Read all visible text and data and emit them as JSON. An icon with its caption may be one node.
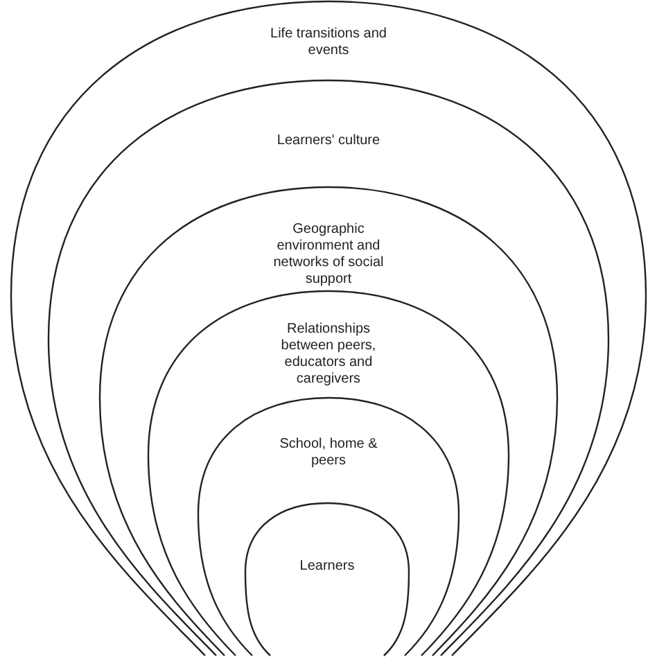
{
  "diagram": {
    "nodes": [
      {
        "text": [
          "Life transitions and events"
        ]
      },
      {
        "text": [
          "Learners' culture"
        ],
        "in": 0
      },
      {
        "text": [
          "Geographic environment and networks of social support"
        ],
        "in": 1
      },
      {
        "text": [
          "Relationships between peers, educators and caregivers"
        ],
        "in": 2
      },
      {
        "text": [
          "School, home & peers"
        ],
        "in": 3
      },
      {
        "text": [
          "Learners"
        ],
        "in": 4
      }
    ]
  }
}
